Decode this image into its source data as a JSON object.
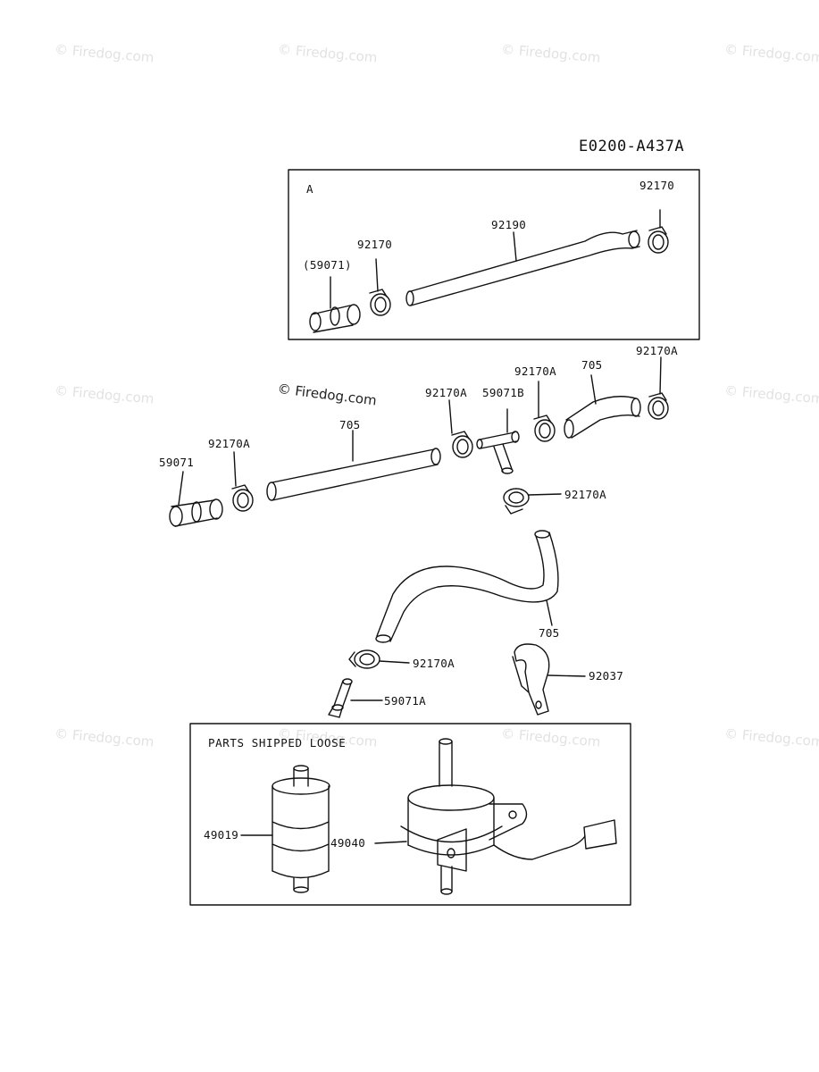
{
  "diagram_code": "E0200-A437A",
  "watermark_text": "© Firedog.com",
  "center_watermark": "© Firedog.com",
  "box_a": {
    "title": "A"
  },
  "box_loose": {
    "title": "PARTS SHIPPED LOOSE"
  },
  "labels": {
    "p92170_top": "92170",
    "p92190": "92190",
    "p92170_mid": "92170",
    "p59071_paren": "(59071)",
    "p705_top": "705",
    "p92170A_top": "92170A",
    "p92170A_2": "92170A",
    "p92170A_3": "92170A",
    "p59071B": "59071B",
    "p705_main": "705",
    "p59071": "59071",
    "p92170A_left": "92170A",
    "p92170A_right": "92170A",
    "p705_bottom": "705",
    "p92170A_bottom": "92170A",
    "p92037": "92037",
    "p59071A": "59071A",
    "p49019": "49019",
    "p49040": "49040"
  }
}
